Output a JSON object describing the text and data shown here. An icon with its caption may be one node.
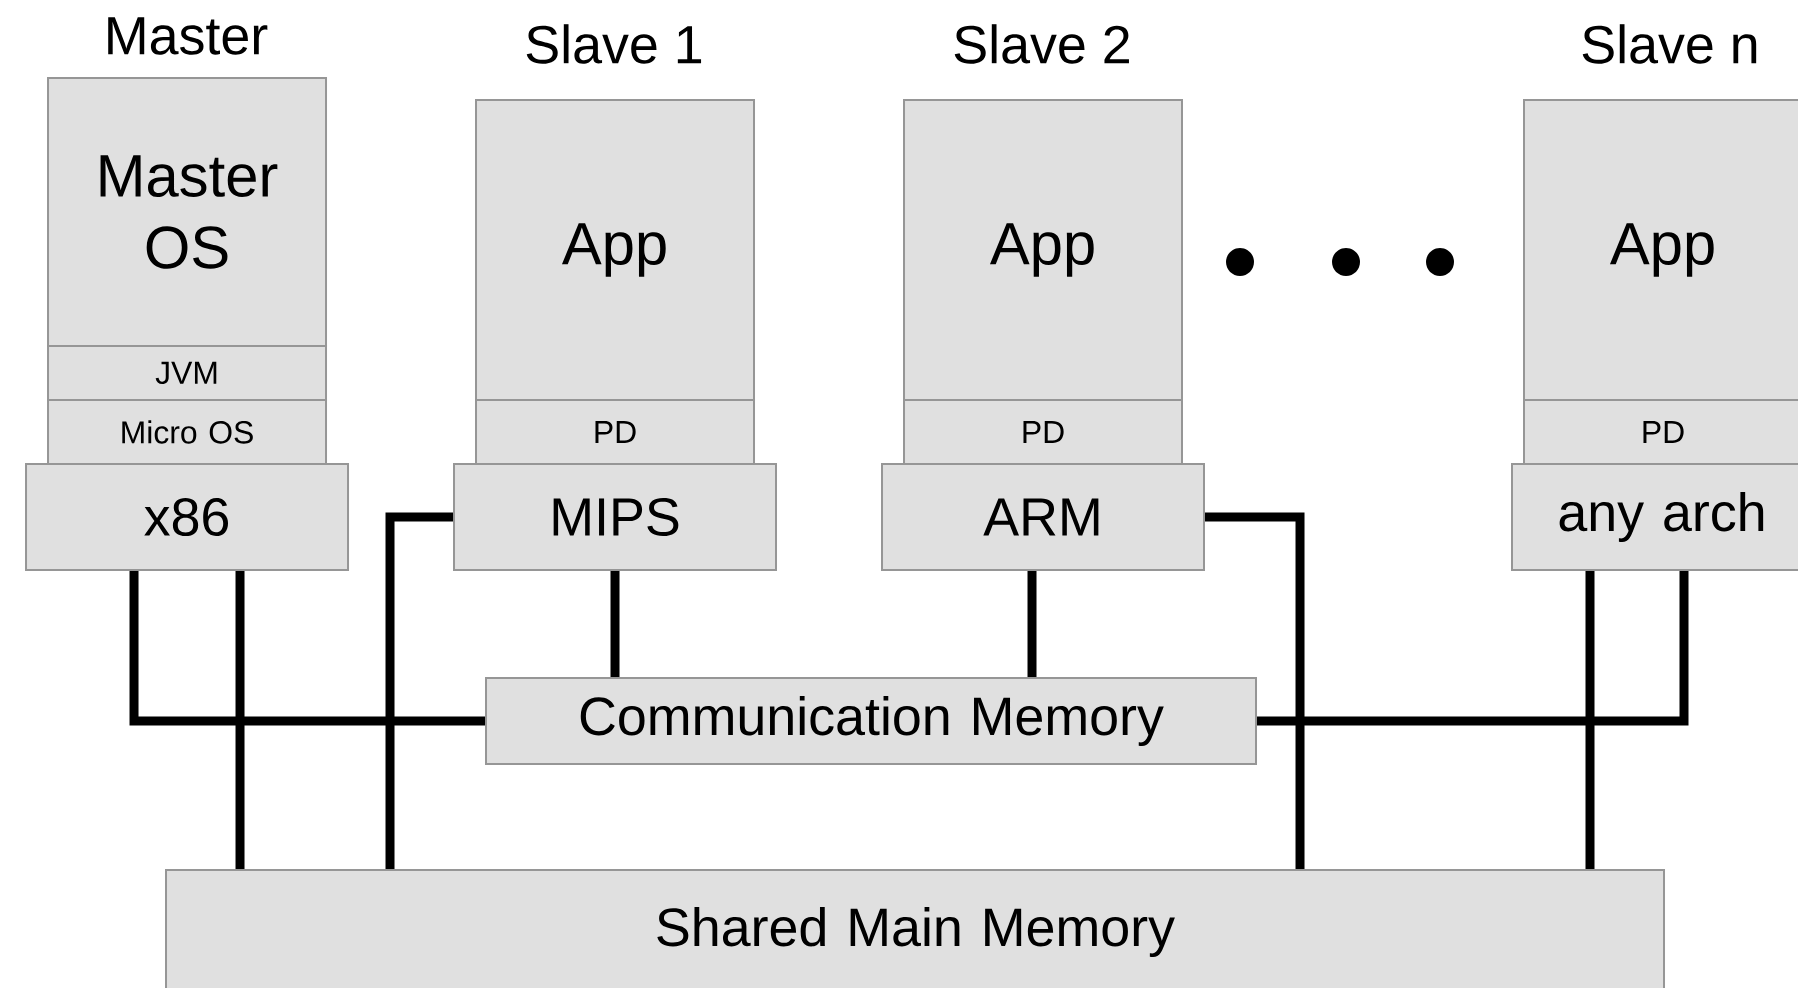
{
  "diagram": {
    "nodes": [
      {
        "text": [
          "Master",
          "Master OS"
        ]
      },
      {
        "text": [
          "JVM"
        ]
      },
      {
        "text": [
          "Micro OS"
        ]
      },
      {
        "text": [
          "x86"
        ]
      },
      {
        "text": [
          "Slave 1",
          "App"
        ]
      },
      {
        "text": [
          "PD"
        ]
      },
      {
        "text": [
          "MIPS"
        ]
      },
      {
        "text": [
          "Slave 2",
          "App"
        ]
      },
      {
        "text": [
          "PD"
        ]
      },
      {
        "text": [
          "ARM"
        ]
      },
      {
        "text": [
          "Slave n",
          "App"
        ]
      },
      {
        "text": [
          "PD"
        ]
      },
      {
        "text": [
          "any arch"
        ]
      },
      {
        "text": [
          "Communication Memory"
        ]
      },
      {
        "text": [
          "Shared Main Memory"
        ]
      }
    ],
    "edges": [
      {
        "from": 3,
        "to": 13,
        "arrow": "none"
      },
      {
        "from": 3,
        "to": 14,
        "arrow": "none"
      },
      {
        "from": 6,
        "to": 14,
        "arrow": "none"
      },
      {
        "from": 6,
        "to": 13,
        "arrow": "none"
      },
      {
        "from": 9,
        "to": 13,
        "arrow": "none"
      },
      {
        "from": 9,
        "to": 14,
        "arrow": "none"
      },
      {
        "from": 12,
        "to": 13,
        "arrow": "none"
      },
      {
        "from": 12,
        "to": 14,
        "arrow": "none"
      }
    ]
  }
}
